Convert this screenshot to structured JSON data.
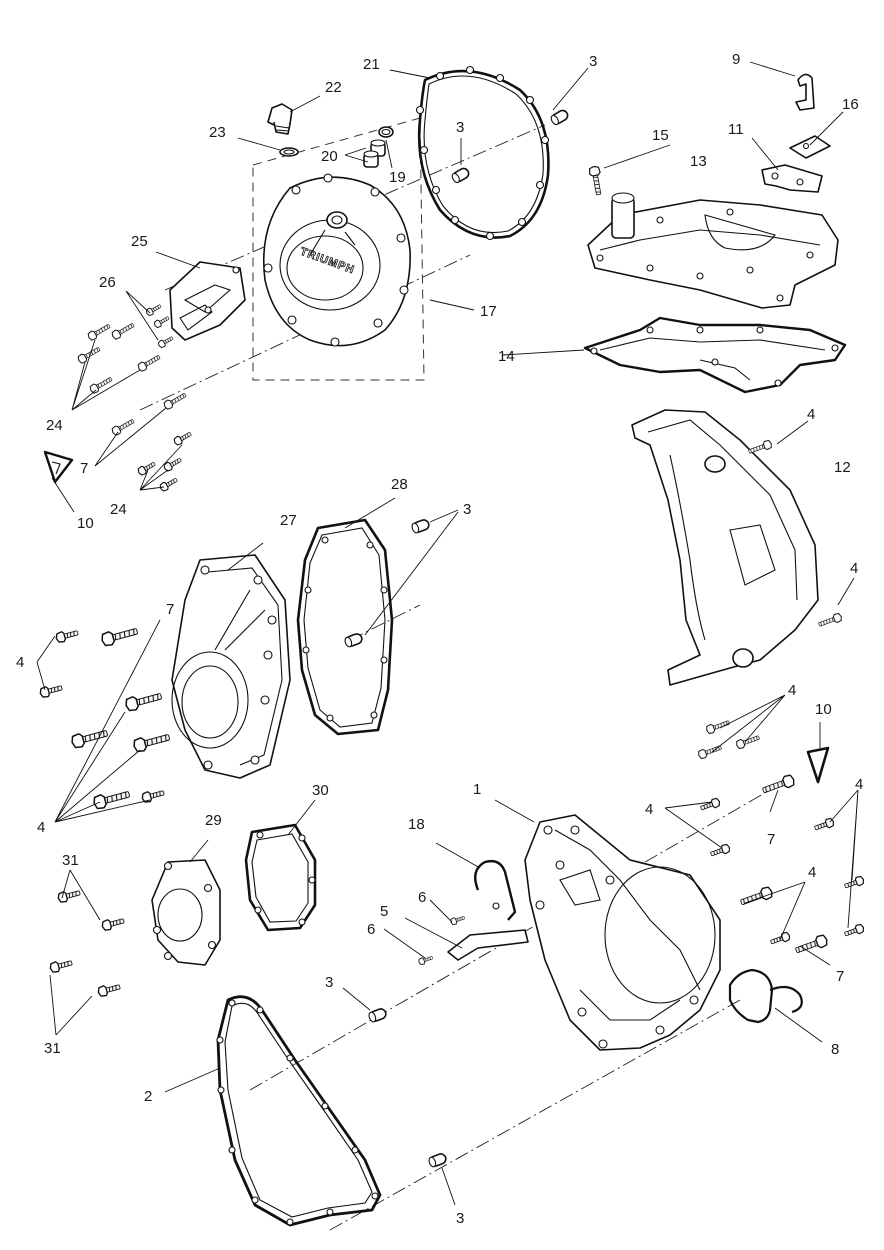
{
  "labels": {
    "l1": "1",
    "l2": "2",
    "l3a": "3",
    "l3b": "3",
    "l3c": "3",
    "l3d": "3",
    "l3e": "3",
    "l4a": "4",
    "l4b": "4",
    "l4c": "4",
    "l4d": "4",
    "l4e": "4",
    "l4f": "4",
    "l4g": "4",
    "l4h": "4",
    "l5": "5",
    "l6a": "6",
    "l6b": "6",
    "l7a": "7",
    "l7b": "7",
    "l7c": "7",
    "l7d": "7",
    "l8": "8",
    "l9": "9",
    "l10a": "10",
    "l10b": "10",
    "l11": "11",
    "l12": "12",
    "l13": "13",
    "l14": "14",
    "l15": "15",
    "l16": "16",
    "l17": "17",
    "l18": "18",
    "l19": "19",
    "l20": "20",
    "l21": "21",
    "l22": "22",
    "l23": "23",
    "l24a": "24",
    "l24b": "24",
    "l25": "25",
    "l26": "26",
    "l27": "27",
    "l28": "28",
    "l29": "29",
    "l30": "30",
    "l31a": "31",
    "l31b": "31"
  },
  "brand_text": "TRIUMPH",
  "colors": {
    "line": "#111111",
    "background": "#ffffff"
  }
}
